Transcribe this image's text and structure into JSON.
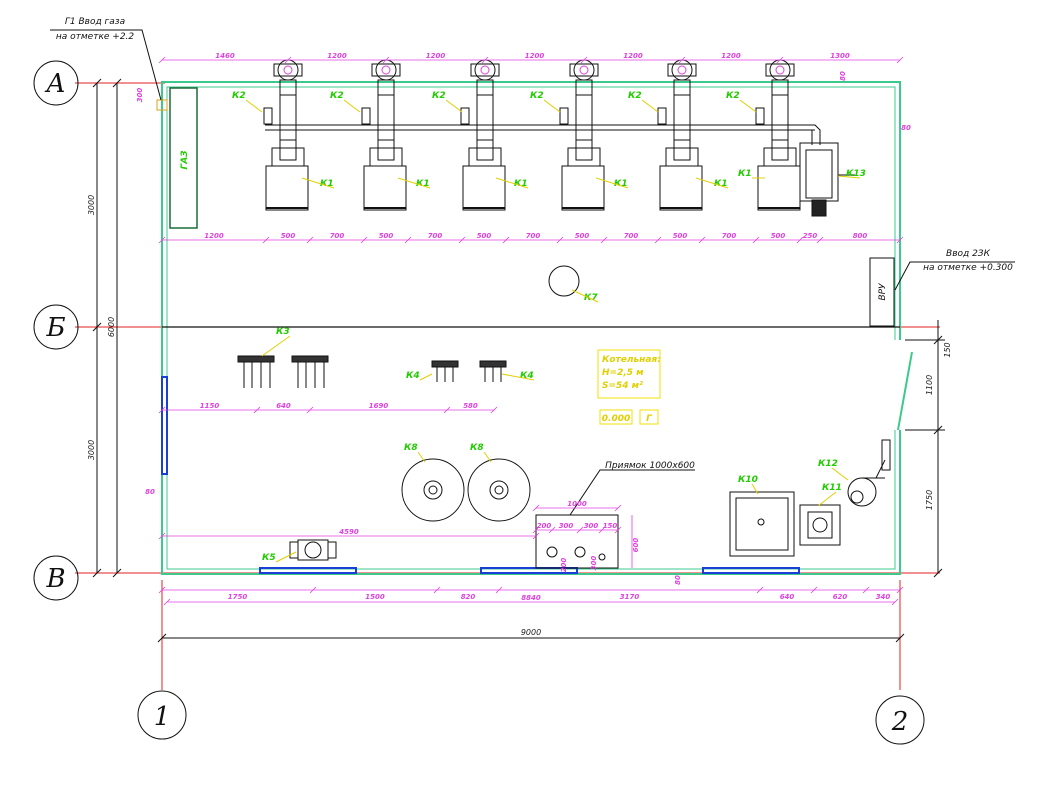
{
  "notes": {
    "gas_inlet_line1": "Г1 Ввод газа",
    "gas_inlet_line2": "на отметке +2.2",
    "power_inlet_line1": "Ввод 2ЗК",
    "power_inlet_line2": "на отметке +0.300",
    "pit": "Приямок 1000х600",
    "gas_box": "ГАЗ",
    "vru": "ВРУ"
  },
  "axes": {
    "rows": [
      "А",
      "Б",
      "В"
    ],
    "cols": [
      "1",
      "2"
    ]
  },
  "boiler_room": {
    "title": "Котельная:",
    "height": "H=2,5 м",
    "area": "S=54 м²",
    "mark": "0.000",
    "category": "Г"
  },
  "labels": {
    "k1": "К1",
    "k2": "К2",
    "k3": "К3",
    "k4": "К4",
    "k5": "К5",
    "k7": "К7",
    "k8": "К8",
    "k10": "К10",
    "k11": "К11",
    "k12": "К12",
    "k13": "К13"
  },
  "dims": {
    "top": [
      "1460",
      "1200",
      "1200",
      "1200",
      "1200",
      "1200",
      "1300"
    ],
    "row1": [
      "1200",
      "500",
      "700",
      "500",
      "700",
      "500",
      "700",
      "500",
      "700",
      "500",
      "700",
      "500",
      "250",
      "800"
    ],
    "row2": [
      "1150",
      "640",
      "1690",
      "580"
    ],
    "row3_left": "4590",
    "bottom": [
      "1750",
      "1500",
      "820",
      "3170",
      "640",
      "620",
      "340"
    ],
    "inner_total": "8840",
    "total": "9000",
    "left": [
      "3000",
      "3000"
    ],
    "left_total": "6000",
    "right": [
      "150",
      "1100",
      "1750"
    ],
    "small": [
      "300",
      "80",
      "80",
      "80",
      "80"
    ],
    "pit_w": "1000",
    "pit_h": "600",
    "pit_parts": [
      "200",
      "300",
      "300",
      "150"
    ],
    "pit_v": [
      "200",
      "300"
    ]
  }
}
